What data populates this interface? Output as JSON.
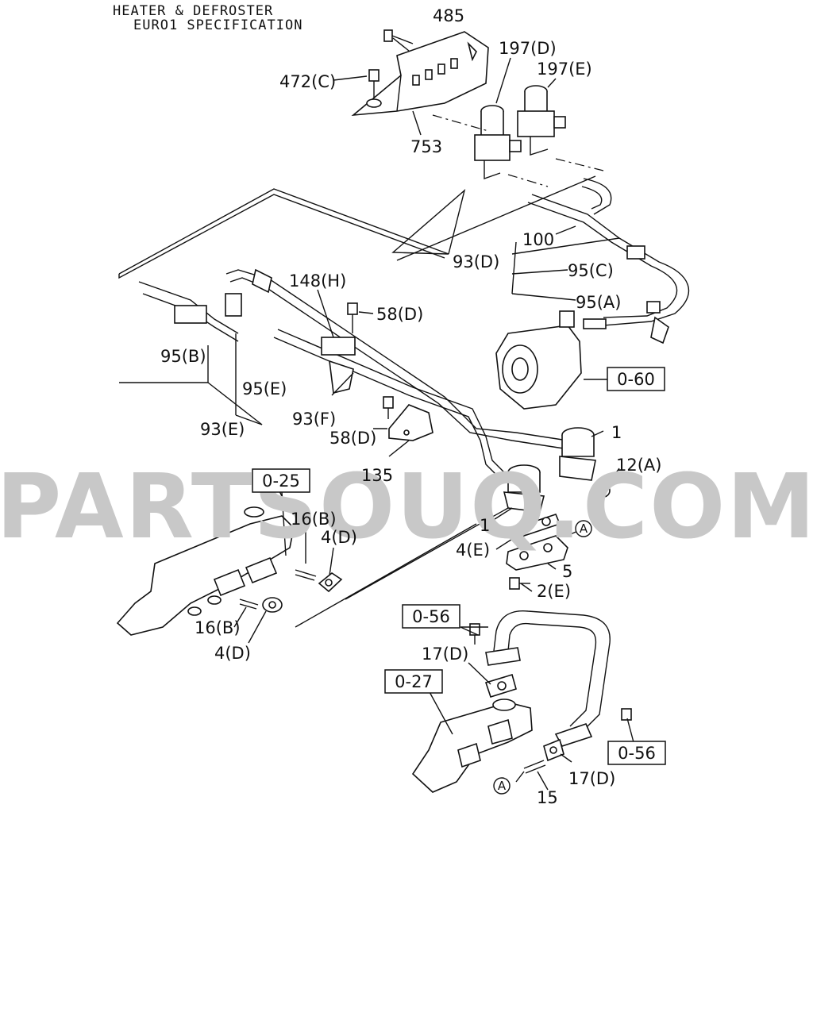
{
  "header": {
    "title": "HEATER & DEFROSTER",
    "subtitle": "EURO1 SPECIFICATION"
  },
  "watermark": "PARTSOUQ.COM",
  "callouts": {
    "c485": "485",
    "c472c": "472(C)",
    "c753": "753",
    "c197d": "197(D)",
    "c197e": "197(E)",
    "c100": "100",
    "c93d": "93(D)",
    "c95c": "95(C)",
    "c95a": "95(A)",
    "c148h": "148(H)",
    "c58d_top": "58(D)",
    "c95b": "95(B)",
    "c95e": "95(E)",
    "c93e": "93(E)",
    "c93f": "93(F)",
    "c58d_bot": "58(D)",
    "c135": "135",
    "c1_top": "1",
    "c12a": "12(A)",
    "c1_bot": "1",
    "c4e": "4(E)",
    "c5": "5",
    "c2e": "2(E)",
    "c16b_top": "16(B)",
    "c4d_top": "4(D)",
    "c16b_bot": "16(B)",
    "c4d_bot": "4(D)",
    "c17d_top": "17(D)",
    "c17d_bot": "17(D)",
    "c15": "15"
  },
  "references": {
    "r060": "0-60",
    "r025": "0-25",
    "r056_top": "0-56",
    "r027": "0-27",
    "r056_bot": "0-56"
  },
  "markers": {
    "a_top": "A",
    "a_bot": "A"
  }
}
